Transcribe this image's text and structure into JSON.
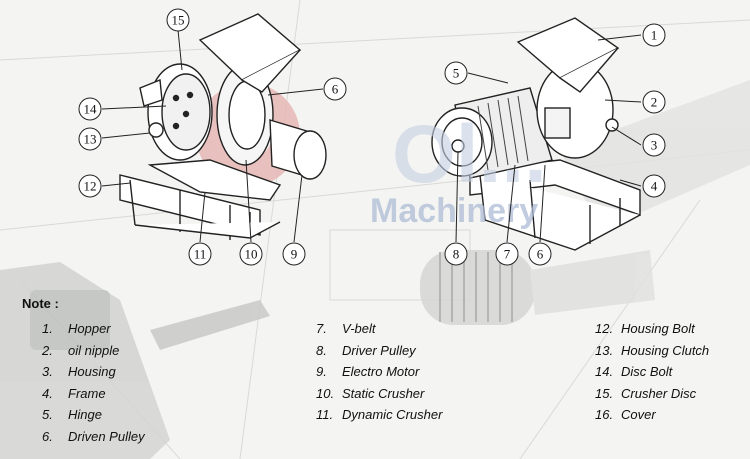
{
  "watermark": {
    "brand": "Ol...",
    "text": "Machinery"
  },
  "callouts": [
    {
      "num": "15"
    },
    {
      "num": "14"
    },
    {
      "num": "13"
    },
    {
      "num": "12"
    },
    {
      "num": "11"
    },
    {
      "num": "10"
    },
    {
      "num": "9"
    },
    {
      "num": "6"
    },
    {
      "num": "1"
    },
    {
      "num": "5"
    },
    {
      "num": "2"
    },
    {
      "num": "3"
    },
    {
      "num": "4"
    },
    {
      "num": "8"
    },
    {
      "num": "7"
    },
    {
      "num": "6"
    }
  ],
  "note": {
    "title": "Note :",
    "col1": [
      {
        "num": "1.",
        "label": "Hopper"
      },
      {
        "num": "2.",
        "label": "oil nipple"
      },
      {
        "num": "3.",
        "label": "Housing"
      },
      {
        "num": "4.",
        "label": "Frame"
      },
      {
        "num": "5.",
        "label": "Hinge"
      },
      {
        "num": "6.",
        "label": "Driven Pulley"
      }
    ],
    "col2": [
      {
        "num": "7.",
        "label": "V-belt"
      },
      {
        "num": "8.",
        "label": "Driver Pulley"
      },
      {
        "num": "9.",
        "label": "Electro Motor"
      },
      {
        "num": "10.",
        "label": "Static Crusher"
      },
      {
        "num": "11.",
        "label": "Dynamic Crusher"
      }
    ],
    "col3": [
      {
        "num": "12.",
        "label": "Housing Bolt"
      },
      {
        "num": "13.",
        "label": "Housing Clutch"
      },
      {
        "num": "14.",
        "label": "Disc Bolt"
      },
      {
        "num": "15.",
        "label": "Crusher Disc"
      },
      {
        "num": "16.",
        "label": "Cover"
      }
    ]
  }
}
